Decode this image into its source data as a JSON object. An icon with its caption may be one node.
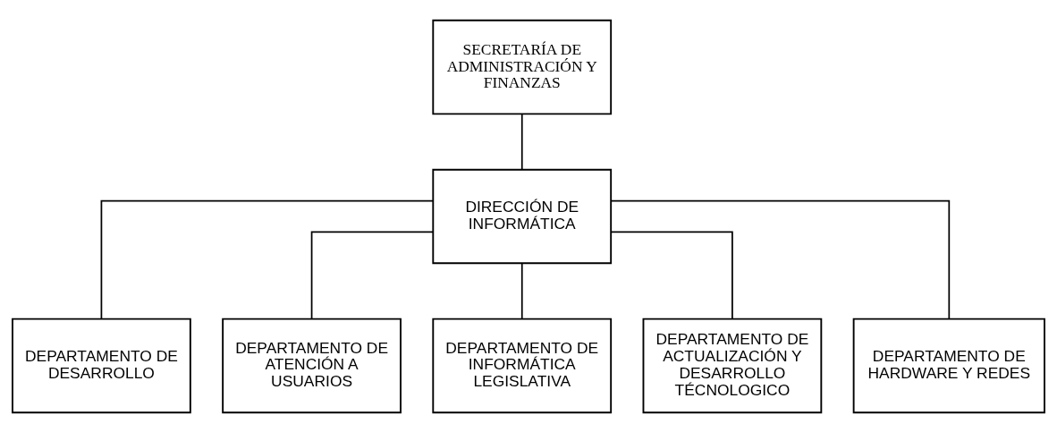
{
  "diagram": {
    "nodes": [
      {
        "text": [
          "SECRETARÍA DE ADMINISTRACIÓN Y FINANZAS"
        ]
      },
      {
        "text": [
          "DIRECCIÓN DE INFORMÁTICA"
        ]
      },
      {
        "text": [
          "DEPARTAMENTO DE DESARROLLO"
        ]
      },
      {
        "text": [
          "DEPARTAMENTO DE ATENCIÓN A USUARIOS"
        ]
      },
      {
        "text": [
          "DEPARTAMENTO DE INFORMÁTICA LEGISLATIVA"
        ]
      },
      {
        "text": [
          "DEPARTAMENTO DE ACTUALIZACIÓN Y DESARROLLO TÉCNOLOGICO"
        ]
      },
      {
        "text": [
          "DEPARTAMENTO DE HARDWARE Y REDES"
        ]
      }
    ],
    "edges": [
      {
        "from": 0,
        "to": 1,
        "arrow": "none"
      },
      {
        "from": 1,
        "to": 2,
        "arrow": "none"
      },
      {
        "from": 1,
        "to": 3,
        "arrow": "none"
      },
      {
        "from": 1,
        "to": 4,
        "arrow": "none"
      },
      {
        "from": 1,
        "to": 5,
        "arrow": "none"
      },
      {
        "from": 1,
        "to": 6,
        "arrow": "none"
      }
    ]
  }
}
